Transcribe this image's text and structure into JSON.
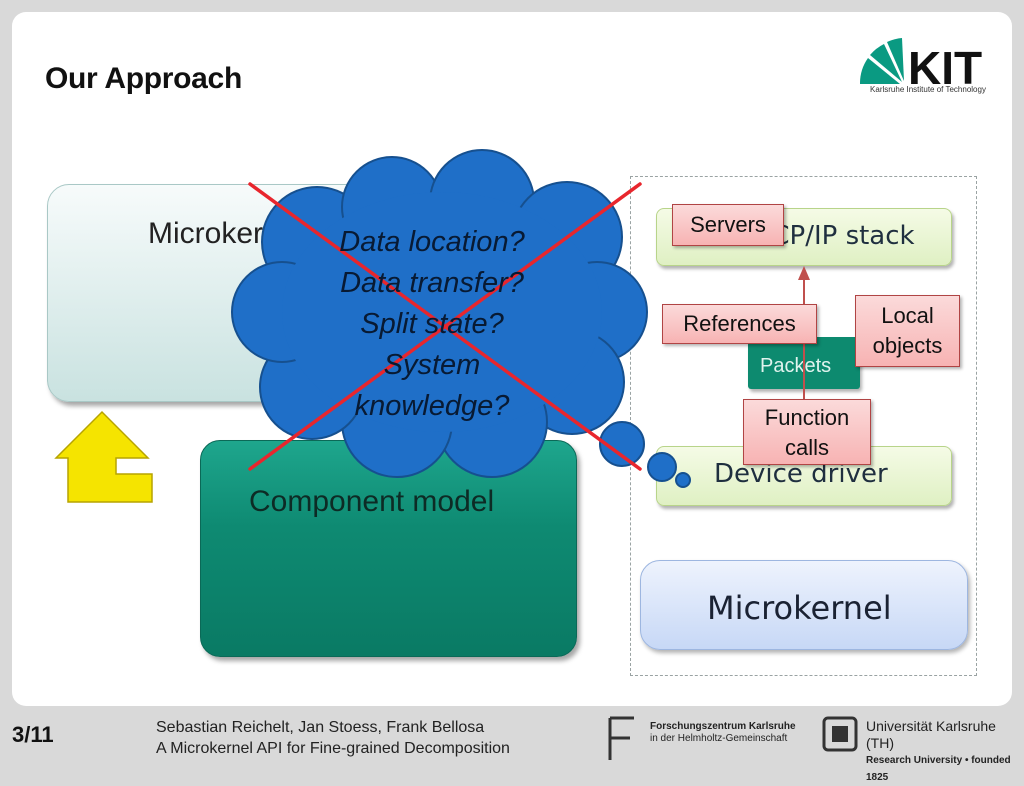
{
  "slide": {
    "title": "Our Approach",
    "logo_text": "KIT",
    "logo_subtitle": "Karlsruhe Institute of Technology"
  },
  "diagram": {
    "microkernel_box": "Microkernel",
    "component_model": "Component model",
    "cloud_lines": [
      "Data location?",
      "Data transfer?",
      "Split state?",
      "System",
      "knowledge?"
    ],
    "tcp_stack": "TCP/IP stack",
    "packets": "Packets",
    "device_driver": "Device driver",
    "microkernel_small": "Microkernel",
    "tags": {
      "servers": "Servers",
      "references": "References",
      "local_objects": [
        "Local",
        "objects"
      ],
      "function_calls": [
        "Function",
        "calls"
      ]
    }
  },
  "footer": {
    "page": "3/11",
    "authors": "Sebastian Reichelt, Jan Stoess, Frank Bellosa",
    "talk_title": "A Microkernel API for Fine-grained Decomposition",
    "fzk_line1": "Forschungszentrum Karlsruhe",
    "fzk_line2": "in der Helmholtz-Gemeinschaft",
    "uni_line1": "Universität Karlsruhe (TH)",
    "uni_line2": "Research University • founded 1825"
  },
  "colors": {
    "cross": "#e8262d",
    "cloud": "#1f6fc8",
    "arrow": "#f5e400"
  }
}
